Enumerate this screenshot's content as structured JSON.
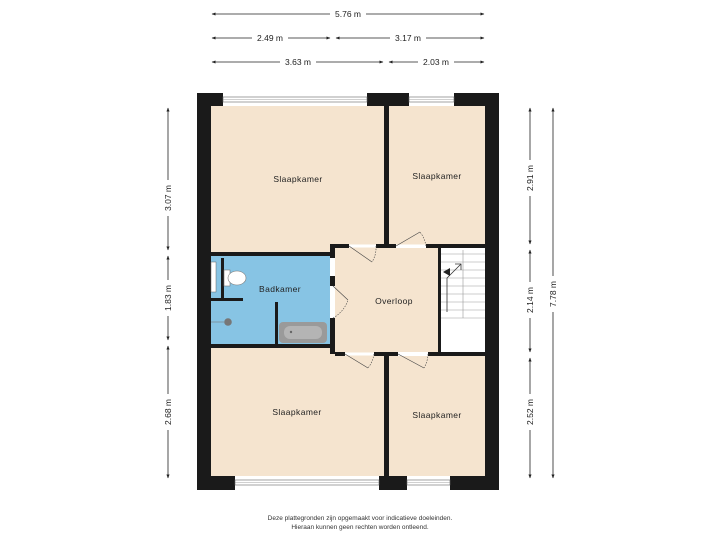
{
  "dimensions": {
    "top_total": "5.76 m",
    "top_left_a": "2.49 m",
    "top_right_a": "3.17 m",
    "top_left_b": "3.63 m",
    "top_right_b": "2.03 m",
    "left_top": "3.07 m",
    "left_mid": "1.83 m",
    "left_bottom": "2.68 m",
    "right_top": "2.91 m",
    "right_mid": "2.14 m",
    "right_bottom": "2.52 m",
    "right_total": "7.78 m"
  },
  "rooms": {
    "top_left": "Slaapkamer",
    "top_right": "Slaapkamer",
    "bathroom": "Badkamer",
    "landing": "Overloop",
    "bottom_left": "Slaapkamer",
    "bottom_right": "Slaapkamer"
  },
  "colors": {
    "room_fill": "#f5e4cf",
    "bath_fill": "#87c4e4",
    "wall": "#1a1a1a",
    "fixture": "#8a8a8a"
  },
  "disclaimer": {
    "line1": "Deze plattegronden zijn opgemaakt voor indicatieve doeleinden.",
    "line2": "Hieraan kunnen geen rechten worden ontleend."
  }
}
